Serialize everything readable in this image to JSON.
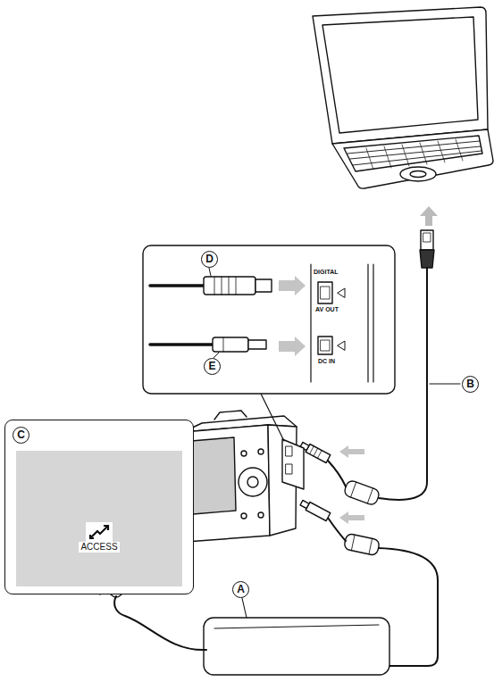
{
  "diagram": {
    "nodes": [
      {
        "text": [
          "C"
        ]
      },
      {
        "text": [
          "ACCESS"
        ],
        "in": 0
      }
    ],
    "labels": [
      "D",
      "E",
      "B",
      "A",
      "DIGITAL",
      "AV OUT",
      "DC IN"
    ]
  }
}
